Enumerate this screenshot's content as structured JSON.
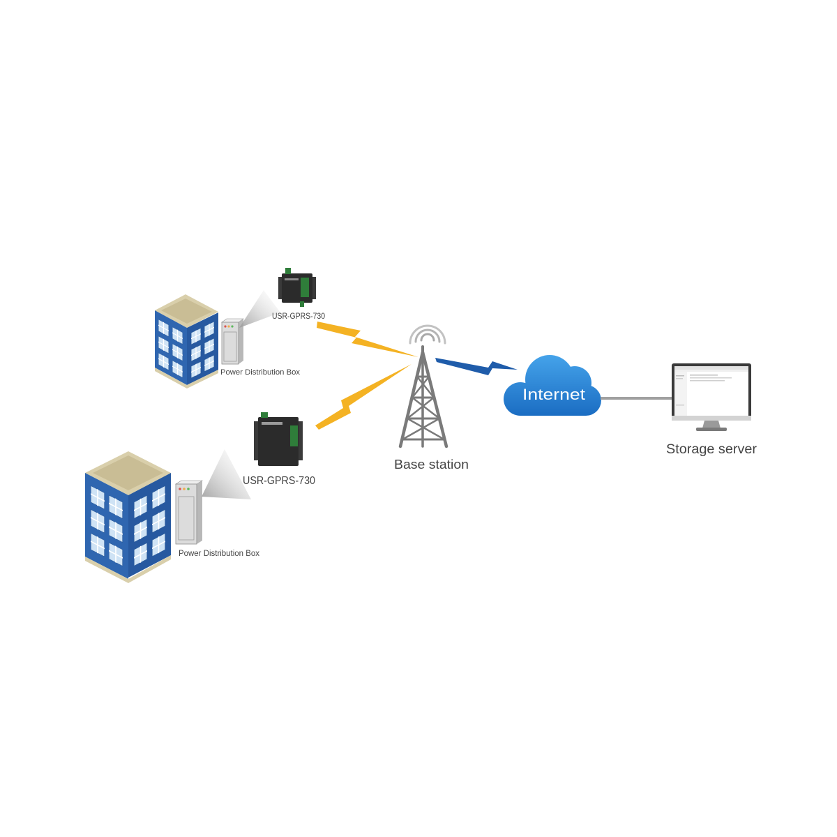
{
  "diagram": {
    "sites": [
      {
        "device_label": "USR-GPRS-730",
        "box_label": "Power Distribution Box"
      },
      {
        "device_label": "USR-GPRS-730",
        "box_label": "Power Distribution Box"
      }
    ],
    "base_station": {
      "label": "Base station"
    },
    "internet": {
      "label": "Internet"
    },
    "storage_server": {
      "label": "Storage server"
    }
  },
  "colors": {
    "wireless_link_device": "#F4B223",
    "wireless_link_internet": "#1F5CAA",
    "building_facade": "#2F66B0",
    "cloud": "#2B86D8",
    "device_terminal": "#2F7D3A"
  }
}
